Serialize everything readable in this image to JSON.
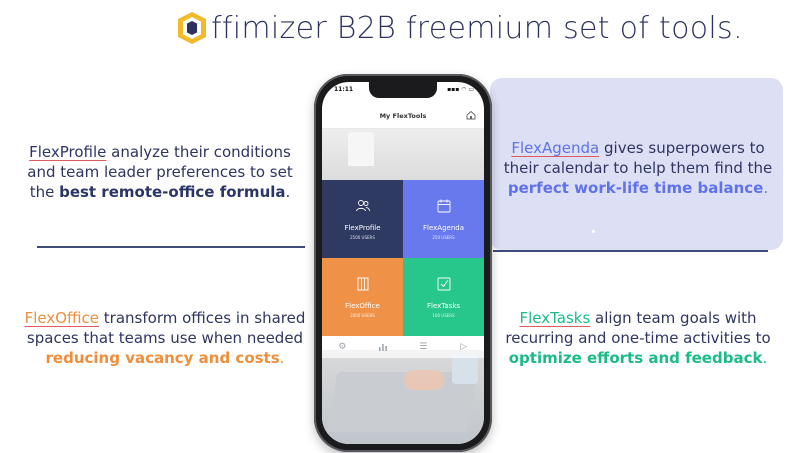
{
  "header": {
    "brand_rest": "ffimizer B2B freemium set of tools.",
    "logo_letter": "O"
  },
  "colors": {
    "navy": "#2e3a62",
    "agenda_blue": "#6878ed",
    "office_orange": "#ef9247",
    "tasks_green": "#27c68a",
    "panel_lilac": "#dde0f5"
  },
  "blocks": {
    "profile": {
      "name": "FlexProfile",
      "line1": " analyze their conditions and team leader preferences to set the ",
      "highlight": "best remote-office formula",
      "end": "."
    },
    "agenda": {
      "name": "FlexAgenda",
      "line1": " gives superpowers to their calendar to help them find the ",
      "highlight": "perfect work-life time balance",
      "end": "."
    },
    "office": {
      "name": "FlexOffice",
      "line1": " transform offices in shared spaces that teams use when needed ",
      "highlight": "reducing vacancy and costs",
      "end": "."
    },
    "tasks": {
      "name": "FlexTasks",
      "line1": " align team goals with recurring and one-time activities to ",
      "highlight": "optimize efforts and feedback",
      "end": "."
    }
  },
  "phone": {
    "time": "11:11",
    "status_icons": "▪▪▪ ◠ ▭",
    "title": "My FlexTools",
    "tiles": [
      {
        "name": "FlexProfile",
        "users": "2500 USERS",
        "icon": "users-icon"
      },
      {
        "name": "FlexAgenda",
        "users": "250 USERS",
        "icon": "calendar-icon"
      },
      {
        "name": "FlexOffice",
        "users": "2000 USERS",
        "icon": "building-icon"
      },
      {
        "name": "FlexTasks",
        "users": "100 USERS",
        "icon": "check-square-icon"
      }
    ],
    "tabbar": [
      {
        "icon": "gear-icon"
      },
      {
        "icon": "bar-chart-icon"
      },
      {
        "icon": "list-icon"
      },
      {
        "icon": "play-icon"
      }
    ]
  }
}
